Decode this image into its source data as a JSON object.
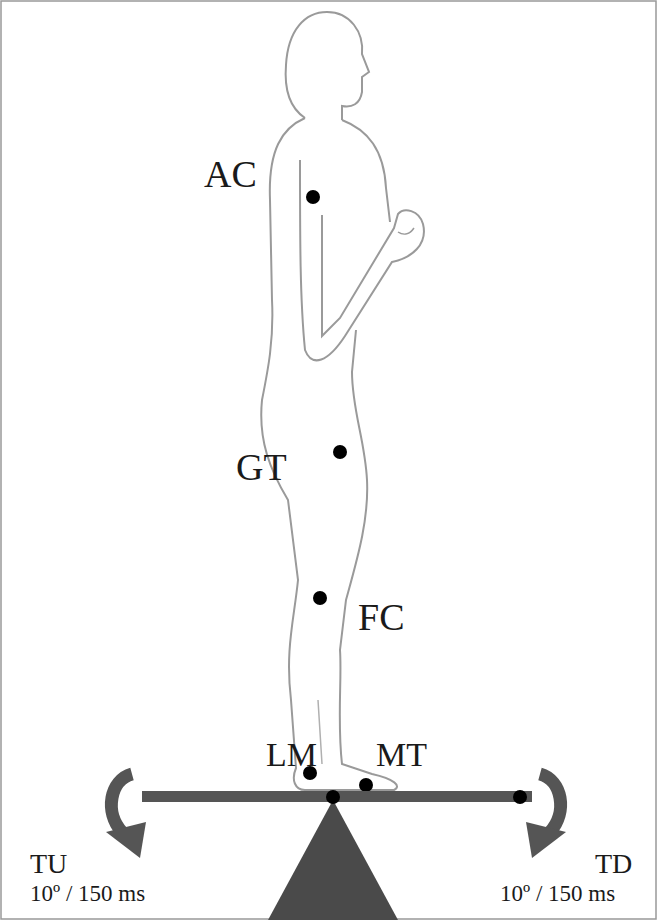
{
  "diagram": {
    "labels": [
      "AC",
      "GT",
      "FC",
      "LM",
      "MT",
      "TU",
      "10º / 150 ms",
      "TD",
      "10º / 150 ms"
    ]
  }
}
